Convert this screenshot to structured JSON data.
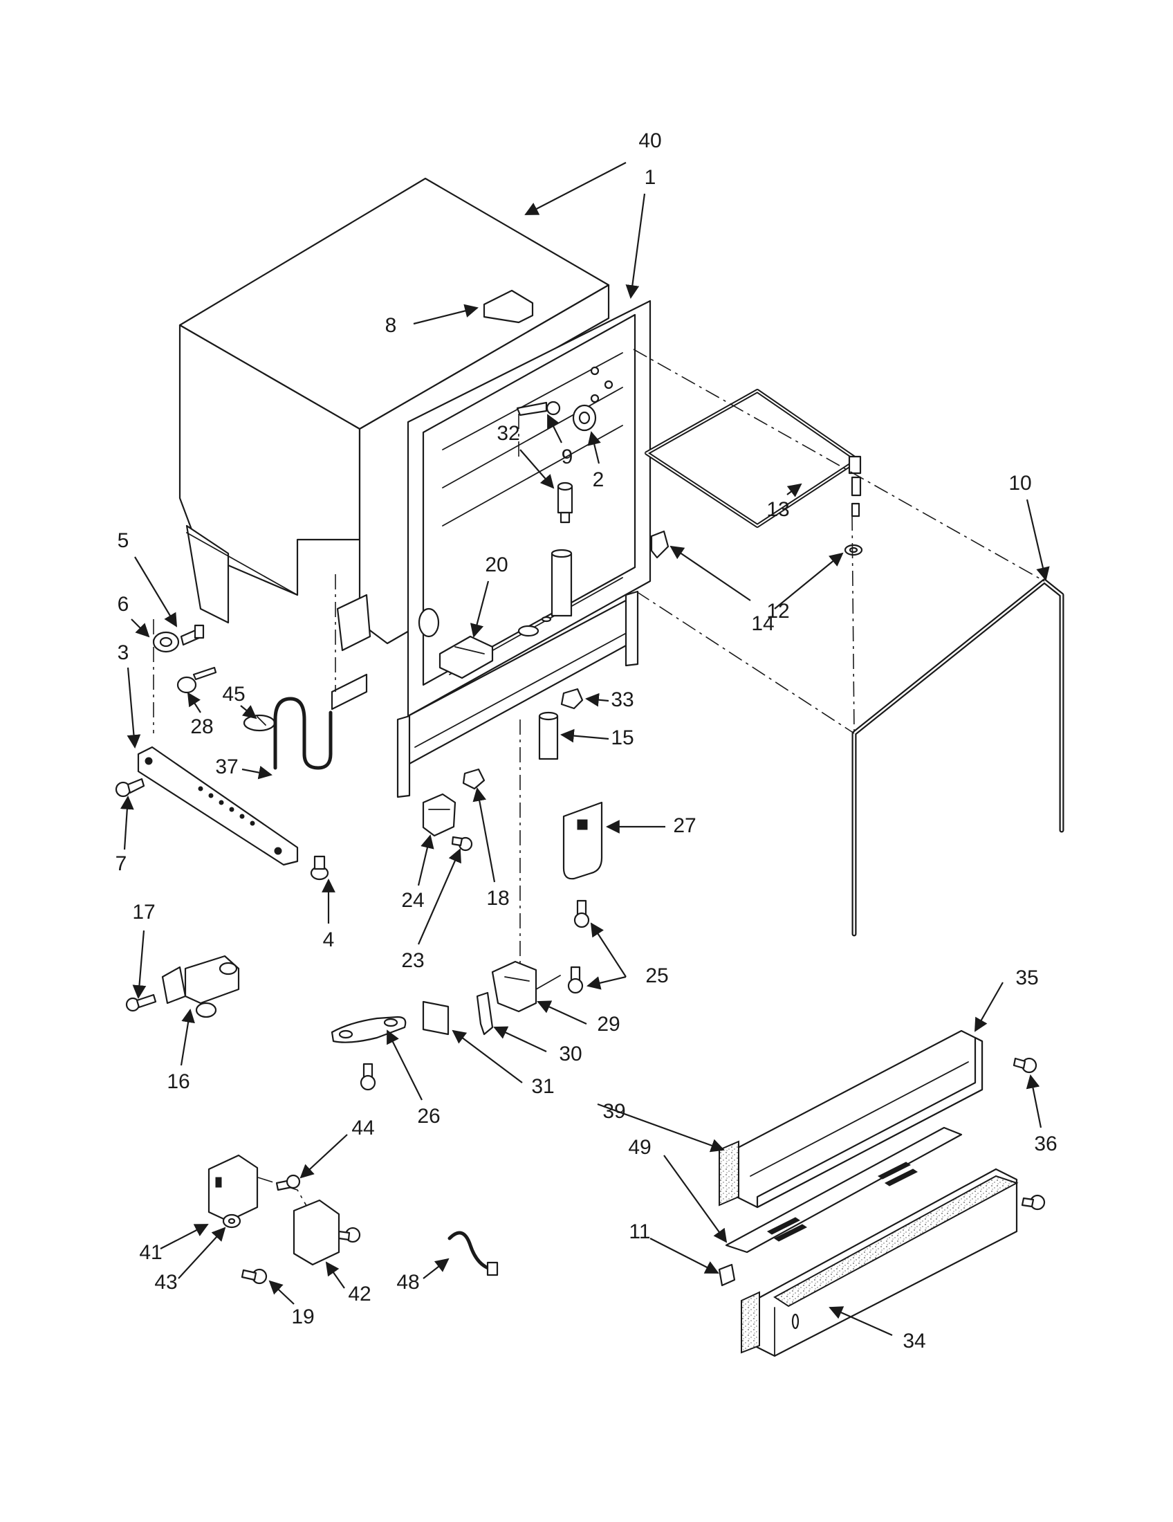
{
  "diagram": {
    "callouts": [
      "40",
      "1",
      "8",
      "9",
      "2",
      "32",
      "10",
      "13",
      "12",
      "14",
      "5",
      "6",
      "20",
      "3",
      "33",
      "28",
      "45",
      "15",
      "37",
      "27",
      "7",
      "18",
      "24",
      "23",
      "4",
      "17",
      "25",
      "35",
      "29",
      "16",
      "30",
      "31",
      "26",
      "39",
      "36",
      "44",
      "49",
      "11",
      "41",
      "43",
      "42",
      "48",
      "19",
      "34"
    ]
  }
}
